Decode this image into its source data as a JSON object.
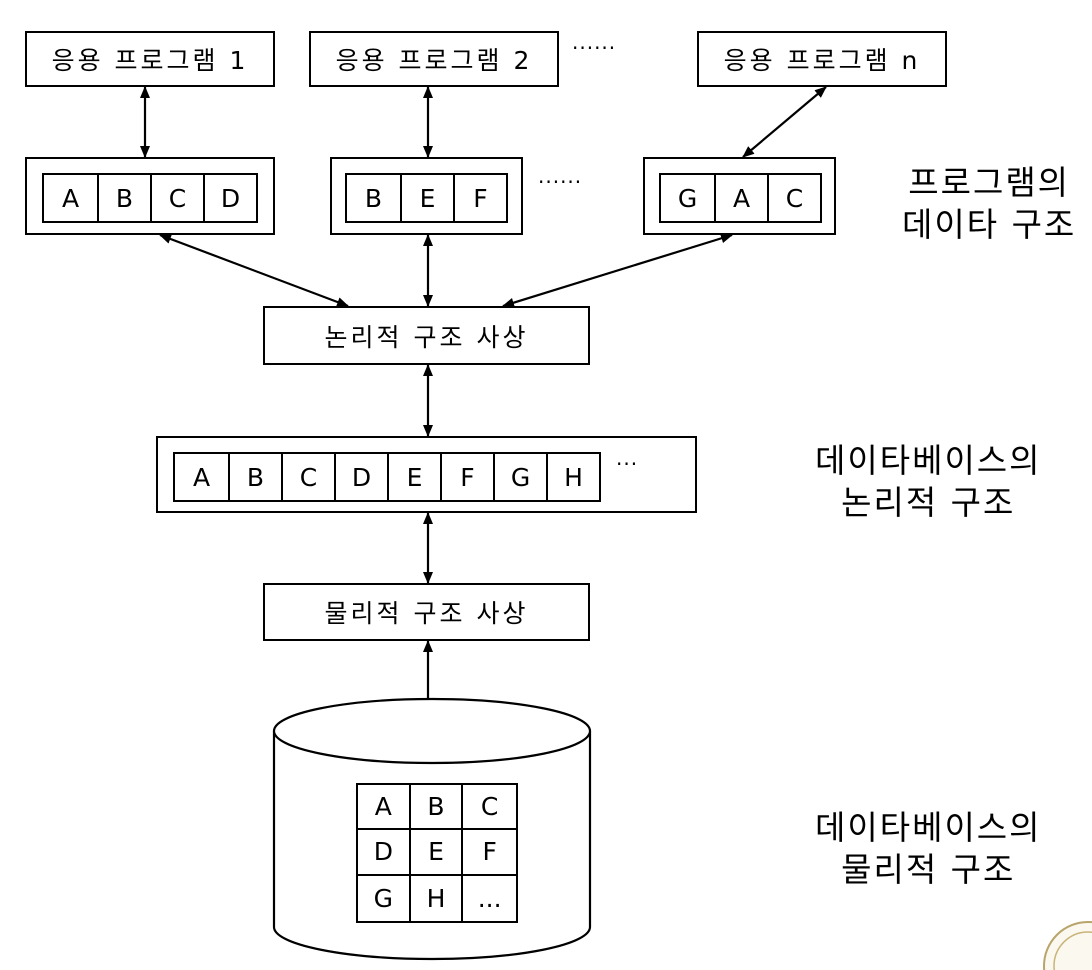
{
  "apps": [
    {
      "label": "응용 프로그램 1"
    },
    {
      "label": "응용 프로그램 2"
    },
    {
      "label": "응용 프로그램 n"
    }
  ],
  "app_ellipsis": "······",
  "program_structs": [
    {
      "cells": [
        "A",
        "B",
        "C",
        "D"
      ]
    },
    {
      "cells": [
        "B",
        "E",
        "F"
      ]
    },
    {
      "cells": [
        "G",
        "A",
        "C"
      ]
    }
  ],
  "struct_ellipsis": "······",
  "program_structure_label": [
    "프로그램의",
    "데이타 구조"
  ],
  "logical_mapping_label": "논리적 구조 사상",
  "db_logical": {
    "cells": [
      "A",
      "B",
      "C",
      "D",
      "E",
      "F",
      "G",
      "H"
    ],
    "ellipsis": "···",
    "label": [
      "데이타베이스의",
      "논리적 구조"
    ]
  },
  "physical_mapping_label": "물리적 구조 사상",
  "db_physical": {
    "grid": [
      [
        "A",
        "B",
        "C"
      ],
      [
        "D",
        "E",
        "F"
      ],
      [
        "G",
        "H",
        "..."
      ]
    ],
    "label": [
      "데이타베이스의",
      "물리적 구조"
    ]
  }
}
